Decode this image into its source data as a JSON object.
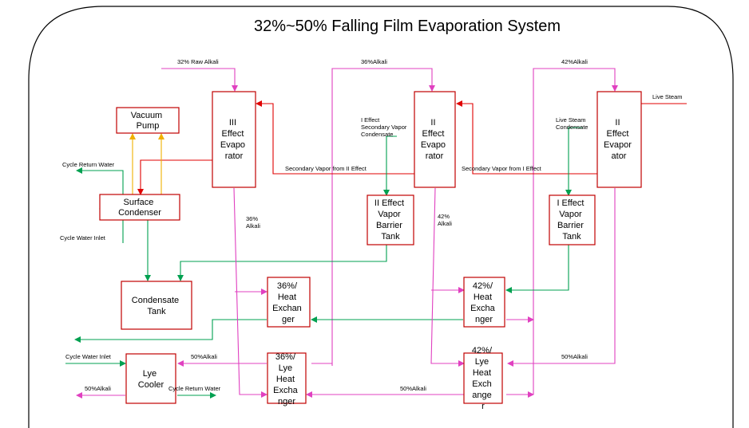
{
  "title": "32%~50% Falling Film Evaporation System",
  "boxes": {
    "vacuum_pump": [
      "Vacuum",
      "Pump"
    ],
    "surface_condenser": [
      "Surface",
      "Condenser"
    ],
    "condensate_tank": [
      "Condensate",
      "Tank"
    ],
    "lye_cooler": [
      "Lye",
      "Cooler"
    ],
    "evap3": [
      "III",
      "Effect",
      "Evapo",
      "rator"
    ],
    "evap2": [
      "II",
      "Effect",
      "Evapo",
      "rator"
    ],
    "evap1": [
      "II",
      "Effect",
      "Evapor",
      "ator"
    ],
    "barrier2": [
      "II Effect",
      "Vapor",
      "Barrier",
      "Tank"
    ],
    "barrier1": [
      "I Effect",
      "Vapor",
      "Barrier",
      "Tank"
    ],
    "hx36": [
      "36%/",
      "Heat",
      "Exchan",
      "ger"
    ],
    "hx42": [
      "42%/",
      "Heat",
      "Excha",
      "nger"
    ],
    "lyehx36": [
      "36%/",
      "Lye",
      "Heat",
      "Excha",
      "nger"
    ],
    "lyehx42": [
      "42%/",
      "Lye",
      "Heat",
      "Exch",
      "ange",
      "r"
    ]
  },
  "labels": {
    "raw_alkali": "32% Raw Alkali",
    "alk36_top": "36%Alkali",
    "alk42_top": "42%Alkali",
    "live_steam": "Live Steam",
    "cycle_return_water": "Cycle Return Water",
    "cycle_water_inlet": "Cycle Water Inlet",
    "sec_vapor_ii": "Secondary Vapor from II Effect",
    "sec_vapor_i": "Secondary Vapor from I Effect",
    "i_effect_cond": [
      "I Effect",
      "Secondary Vapor",
      "Condensate"
    ],
    "live_steam_cond": [
      "Live Steam",
      "Condensate"
    ],
    "alk36_mid": [
      "36%",
      "Alkali"
    ],
    "alk42_mid": [
      "42%",
      "Alkali"
    ],
    "cycle_water_inlet_bottom": "Cycle Water Inlet",
    "alk50_lye": "50%Alkali",
    "alk50_out": "50%Alkali",
    "cycle_return_water_bottom": "Cycle Return Water",
    "alk50_mid": "50%Alkali",
    "alk50_right": "50%Alkali"
  },
  "colors": {
    "box_border": "#c00000",
    "steam": "#e00000",
    "water": "#00a050",
    "alkali": "#e040c0",
    "vacuum": "#f0b000"
  }
}
